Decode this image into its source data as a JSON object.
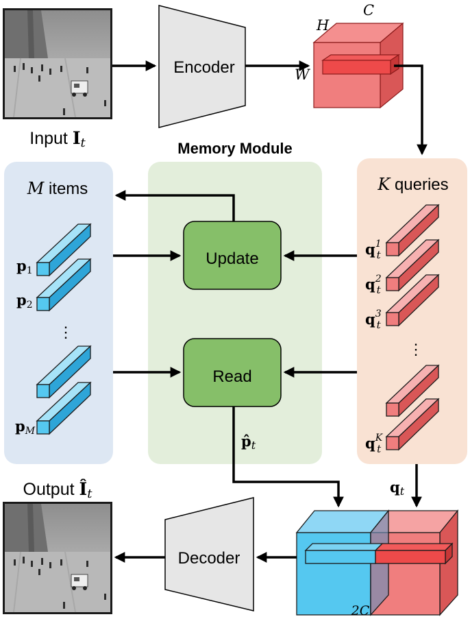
{
  "input": {
    "label": "Input",
    "symbol": "I",
    "subscript": "t"
  },
  "output": {
    "label": "Output",
    "symbol": "Î",
    "subscript": "t"
  },
  "encoder": {
    "label": "Encoder"
  },
  "decoder": {
    "label": "Decoder"
  },
  "feature_cube": {
    "dim_h": "H",
    "dim_c": "C",
    "dim_w": "W"
  },
  "memory_module": {
    "title": "Memory Module"
  },
  "memory_items": {
    "title_var": "M",
    "title_text": "items",
    "labels": [
      {
        "base": "p",
        "sub": "1"
      },
      {
        "base": "p",
        "sub": "2"
      },
      {
        "base": "p",
        "sub": "M"
      }
    ],
    "ellipsis": "⋮"
  },
  "queries": {
    "title_var": "K",
    "title_text": "queries",
    "labels": [
      {
        "base": "q",
        "sub": "t",
        "sup": "1"
      },
      {
        "base": "q",
        "sub": "t",
        "sup": "2"
      },
      {
        "base": "q",
        "sub": "t",
        "sup": "3"
      },
      {
        "base": "q",
        "sub": "t",
        "sup": "K"
      }
    ],
    "ellipsis": "⋮"
  },
  "update": {
    "label": "Update"
  },
  "read": {
    "label": "Read"
  },
  "read_output": {
    "base": "p̂",
    "sub": "t"
  },
  "query_output": {
    "base": "q",
    "sub": "t"
  },
  "concat_cube": {
    "label": "2C"
  },
  "colors": {
    "memory_bg": "#dde7f3",
    "module_bg": "#e3eedb",
    "query_bg": "#f9e2d3",
    "cyan_front": "#55c8f0",
    "red_front": "#f07e7e",
    "green_box": "#86bf69",
    "gray_box": "#e6e6e6"
  }
}
